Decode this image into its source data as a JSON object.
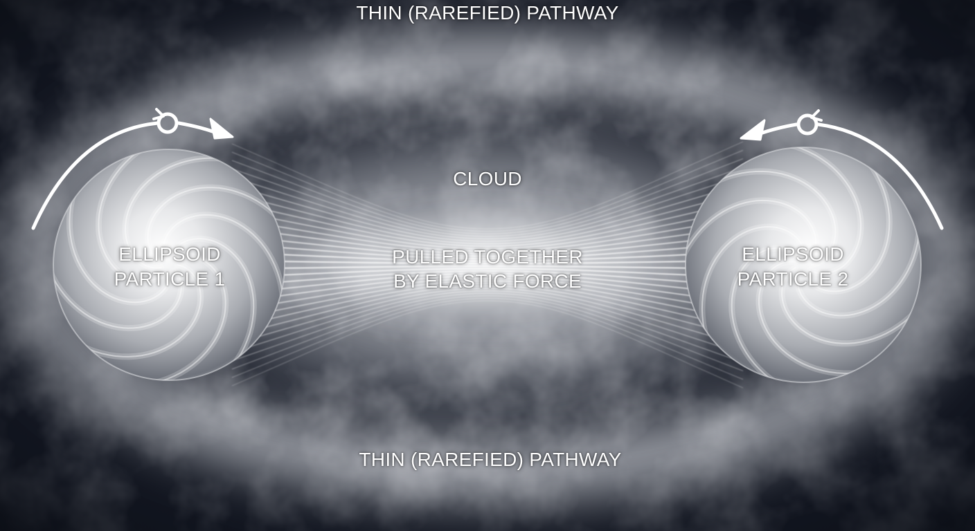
{
  "diagram": {
    "top_pathway_label": "THIN (RAREFIED) PATHWAY",
    "bottom_pathway_label": "THIN (RAREFIED) PATHWAY",
    "cloud_label": "CLOUD",
    "force_label_line1": "PULLED TOGETHER",
    "force_label_line2": "BY ELASTIC FORCE",
    "particle1": {
      "line1": "ELLIPSOID",
      "line2": "PARTICLE 1",
      "rotation": "clockwise"
    },
    "particle2": {
      "line1": "ELLIPSOID",
      "line2": "PARTICLE 2",
      "rotation": "counterclockwise"
    }
  },
  "colors": {
    "background": "#131722",
    "cloud": "#c9ccd2",
    "sphere_core": "#ffffff",
    "sphere_edge": "#6f737c",
    "arrow": "#ffffff",
    "text": "#ffffff"
  }
}
